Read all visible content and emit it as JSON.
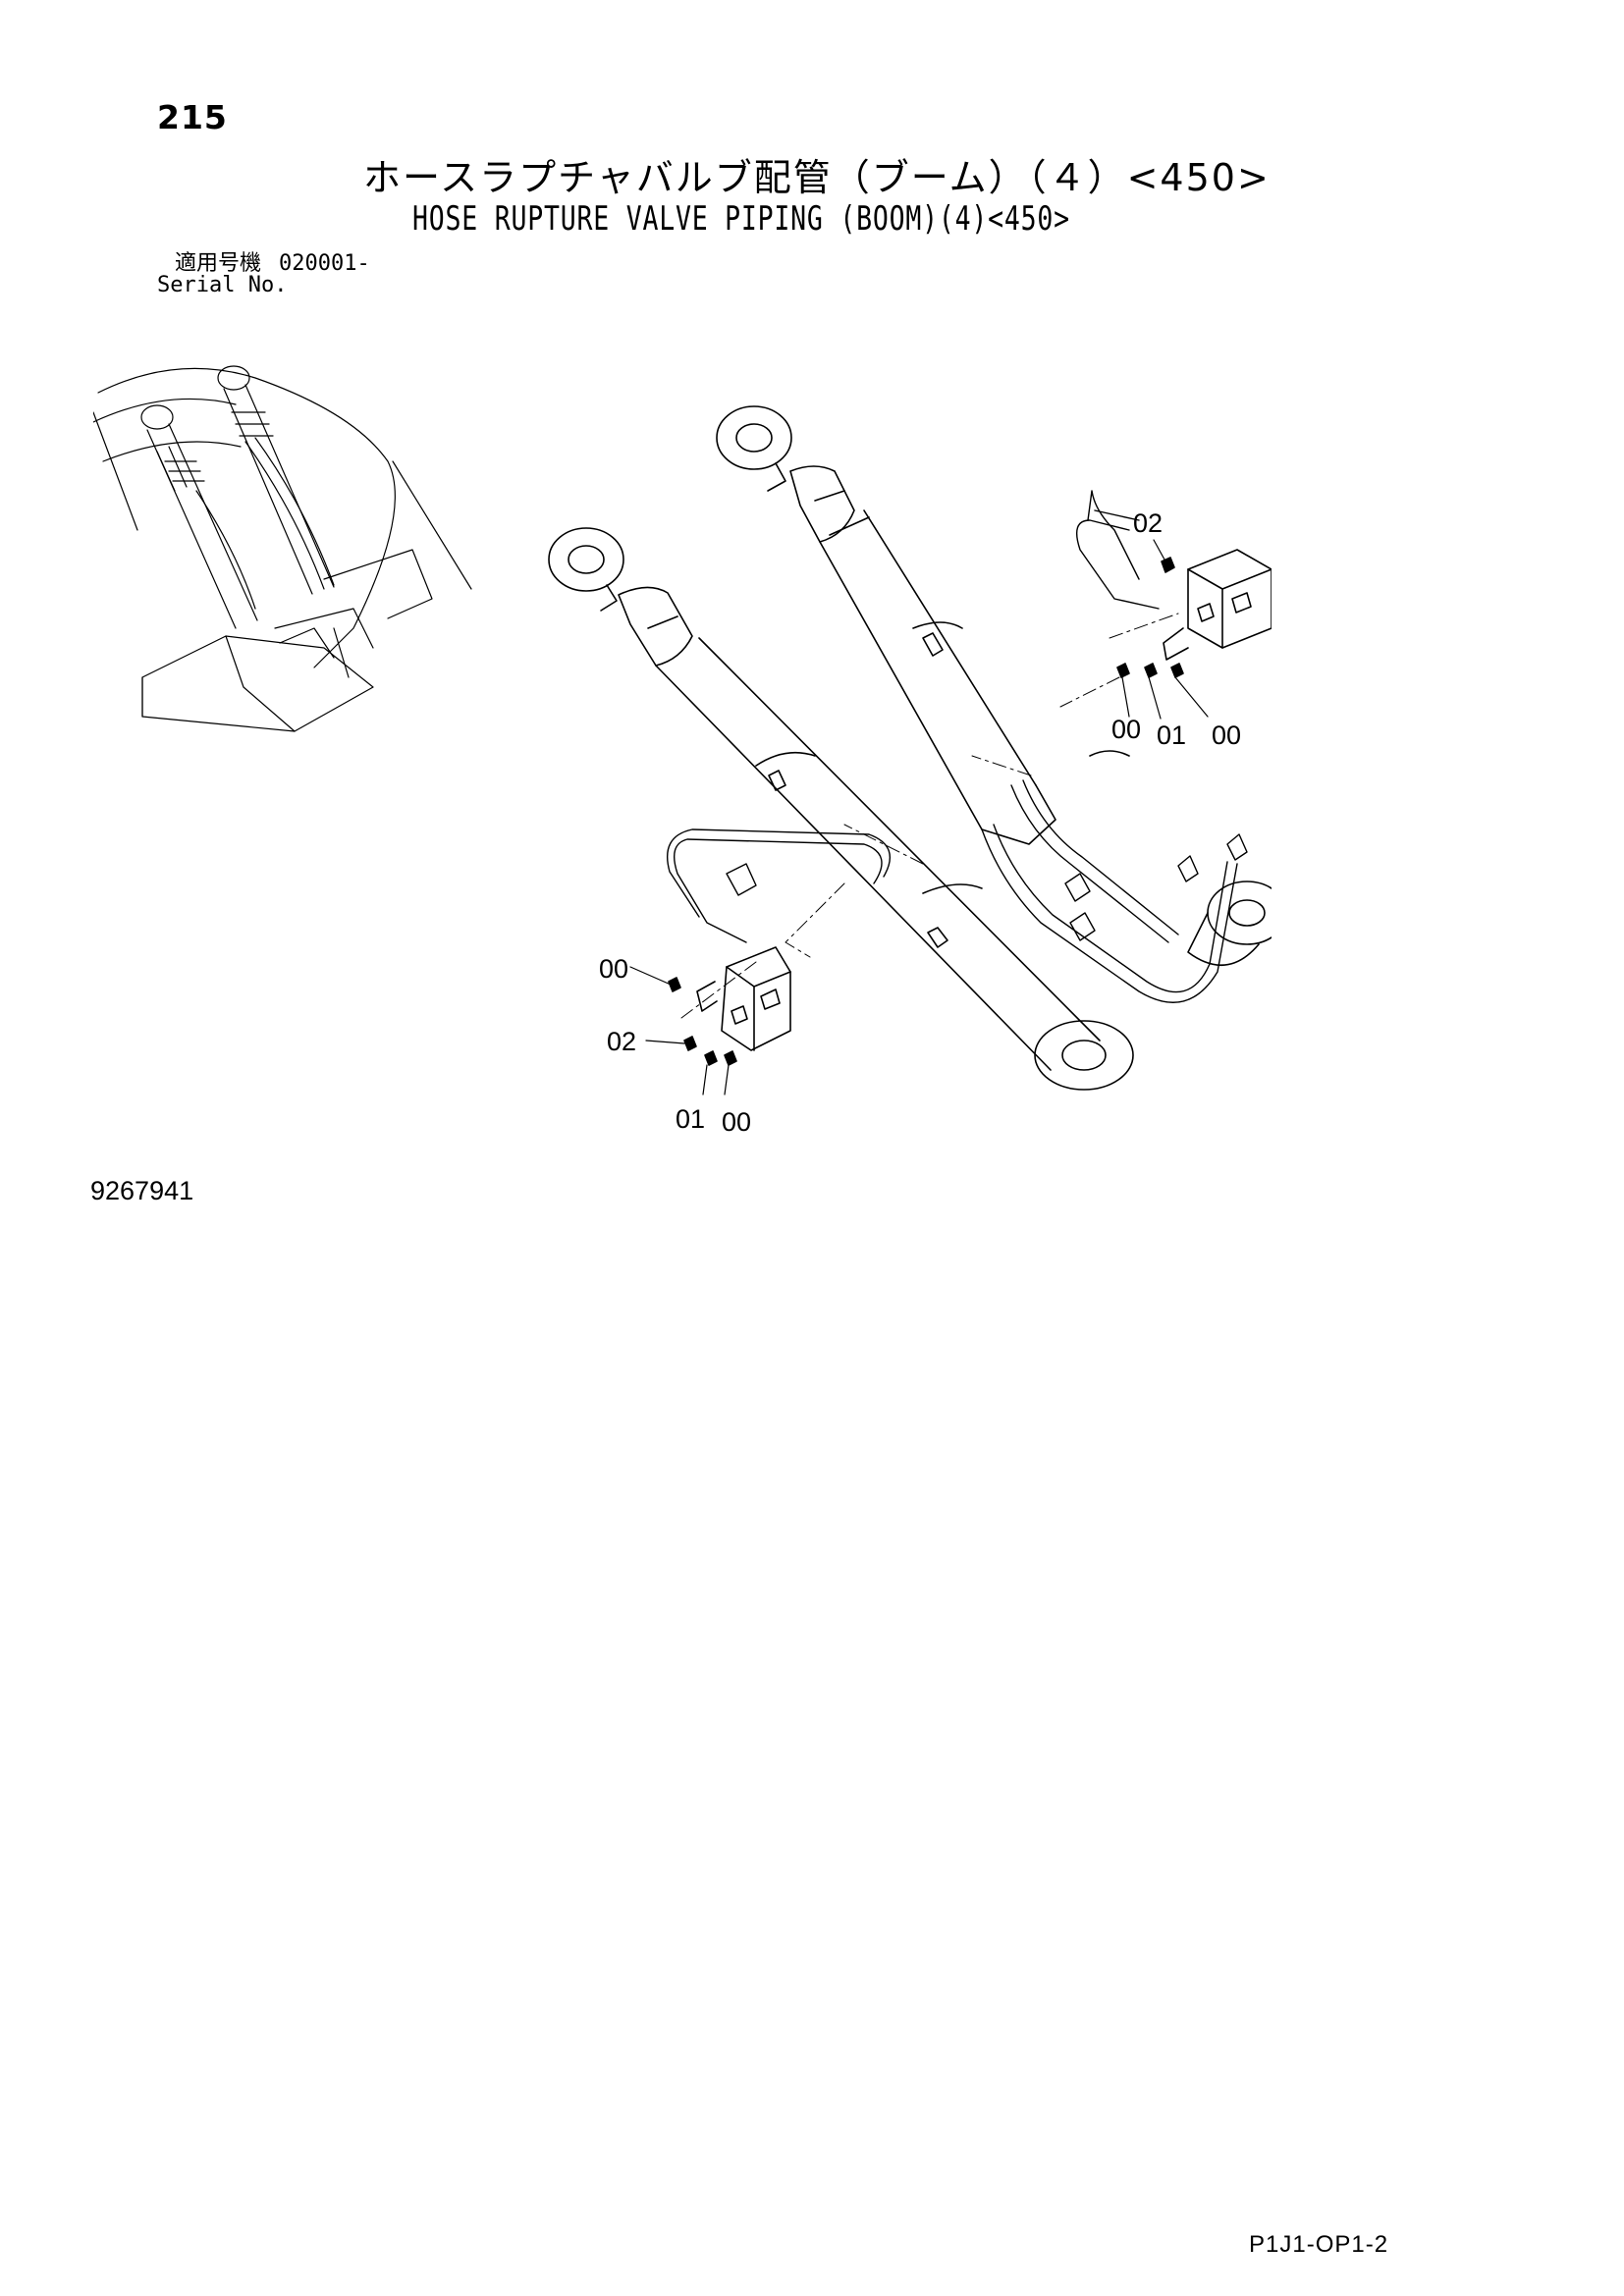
{
  "page": {
    "number": "215",
    "title_jp": "ホースラプチャバルブ配管（ブーム）（４）<450>",
    "title_en": "HOSE RUPTURE VALVE PIPING (BOOM)(4)<450>",
    "serial_label_jp": "適用号機",
    "serial_value": "020001-",
    "serial_label_en": "Serial No.",
    "document_number": "9267941",
    "footer_code": "P1J1-OP1-2"
  },
  "callouts": {
    "upper_02": "02",
    "upper_00_left": "00",
    "upper_01": "01",
    "upper_00_right": "00",
    "lower_00_top": "00",
    "lower_02": "02",
    "lower_01": "01",
    "lower_00_bottom": "00"
  }
}
